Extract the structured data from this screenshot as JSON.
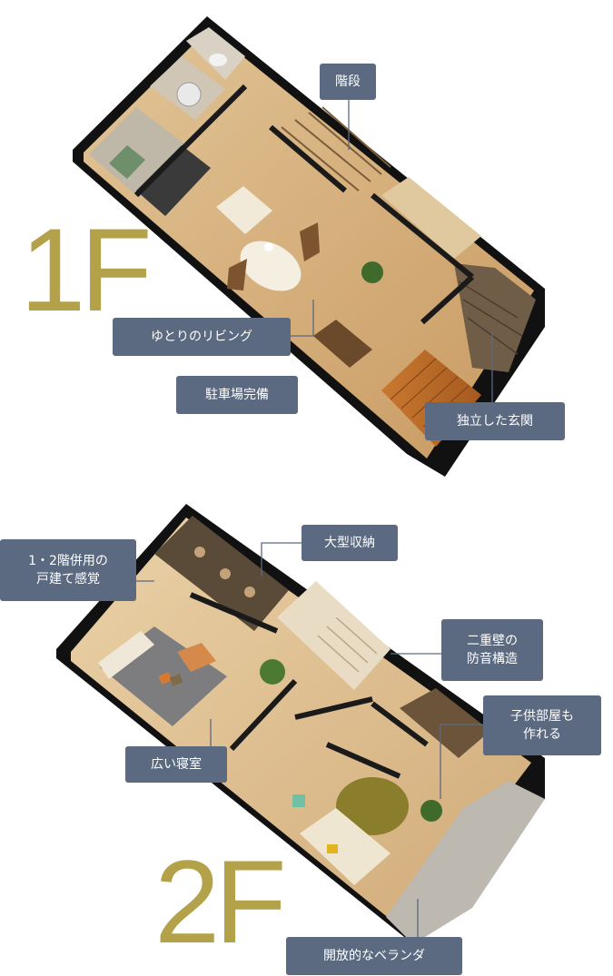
{
  "floor1": {
    "label": "1F",
    "callouts": {
      "stairs": "階段",
      "living": "ゆとりのリビング",
      "parking": "駐車場完備",
      "entrance": "独立した玄関"
    }
  },
  "floor2": {
    "label": "2F",
    "callouts": {
      "dual_use": "1・2階併用の\n戸建て感覚",
      "storage": "大型収納",
      "wall": "二重壁の\n防音構造",
      "kids_room": "子供部屋も\n作れる",
      "bedroom": "広い寝室",
      "veranda": "開放的なベランダ"
    }
  },
  "colors": {
    "label_bg": "#5b6a80",
    "floor_label": "#b4a24a",
    "wall": "#1c1c1c",
    "wood_floor": "#d9b98a"
  }
}
